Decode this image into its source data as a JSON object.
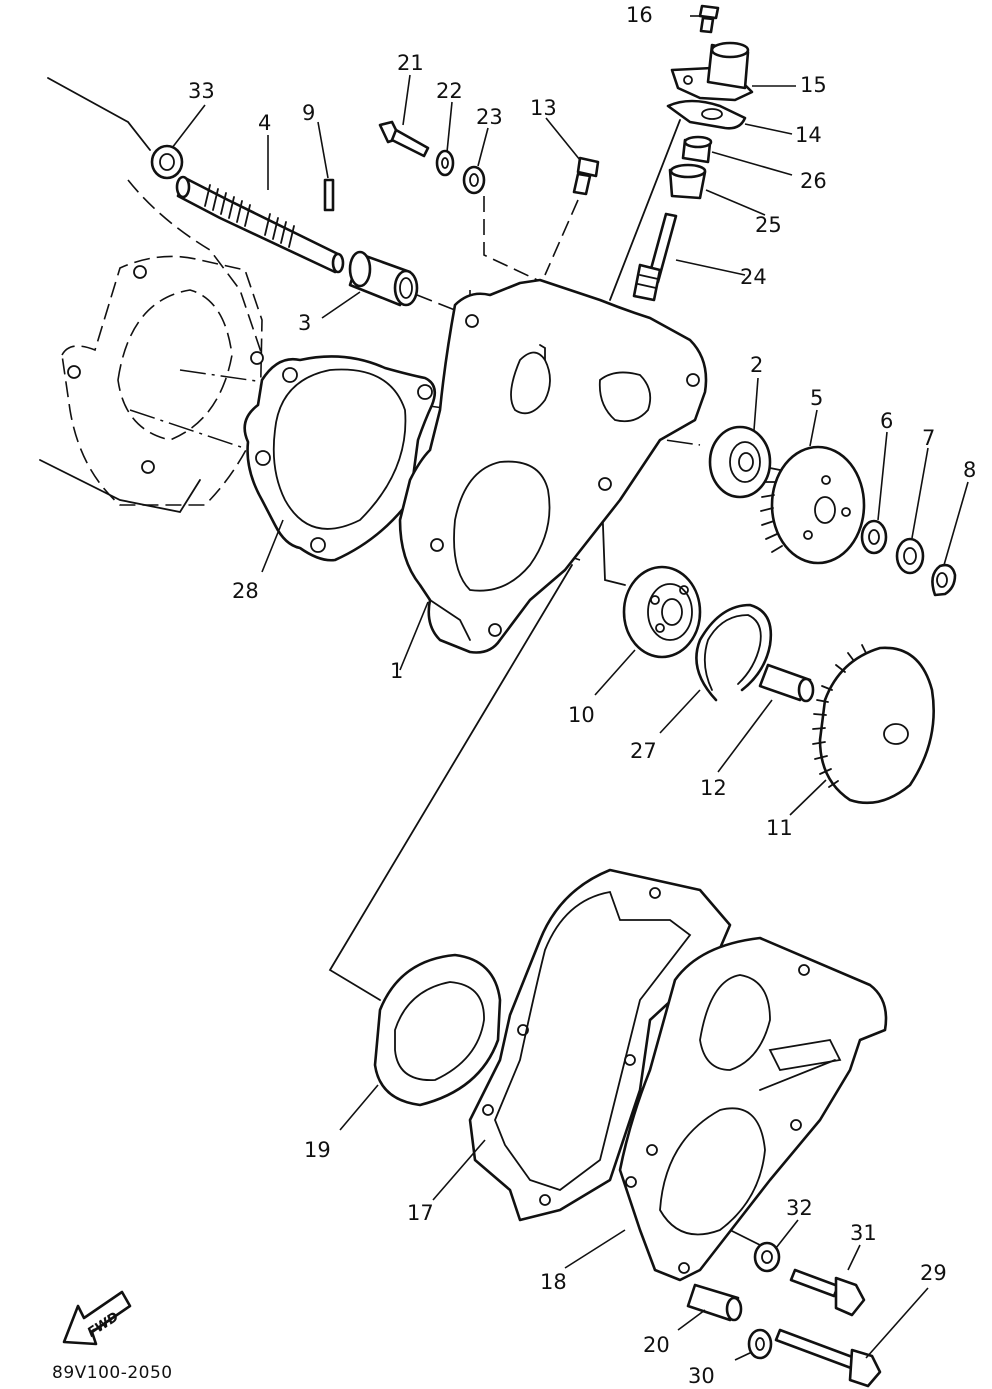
{
  "diagram": {
    "doc_code": "89V100-2050",
    "fwd_label": "FWD",
    "callouts": {
      "p1": "1",
      "p2": "2",
      "p3": "3",
      "p4": "4",
      "p5": "5",
      "p6": "6",
      "p7": "7",
      "p8": "8",
      "p9": "9",
      "p10": "10",
      "p11": "11",
      "p12": "12",
      "p13": "13",
      "p14": "14",
      "p15": "15",
      "p16": "16",
      "p17": "17",
      "p18": "18",
      "p19": "19",
      "p20": "20",
      "p21": "21",
      "p22": "22",
      "p23": "23",
      "p24": "24",
      "p25": "25",
      "p26": "26",
      "p27": "27",
      "p28": "28",
      "p29": "29",
      "p30": "30",
      "p31": "31",
      "p32": "32",
      "p33": "33"
    },
    "colors": {
      "ink": "#111111",
      "paper": "#ffffff"
    }
  }
}
